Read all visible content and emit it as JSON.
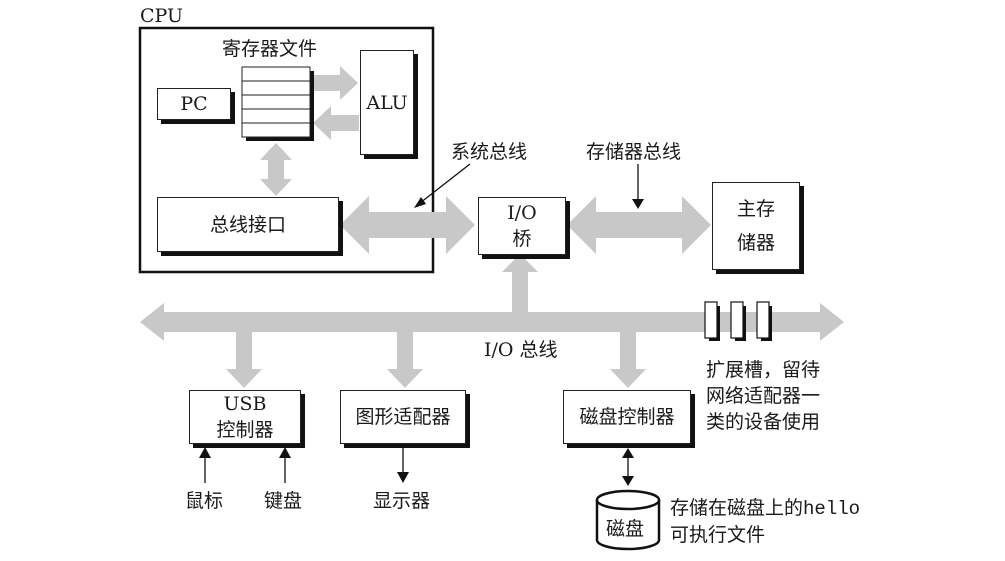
{
  "diagram": {
    "title": "Hardware organization of a typical system",
    "colors": {
      "bus": "#c8c8c8",
      "line": "#111111",
      "background": "#ffffff"
    },
    "cpu": {
      "label": "CPU",
      "register_file": {
        "label": "寄存器文件",
        "rows": 5
      },
      "pc": "PC",
      "alu": "ALU",
      "bus_interface": "总线接口"
    },
    "system_bus": "系统总线",
    "memory_bus": "存储器总线",
    "io_bridge": {
      "line1": "I/O",
      "line2": "桥"
    },
    "main_memory": {
      "line1": "主存",
      "line2": "储器"
    },
    "io_bus": "I/O 总线",
    "usb_controller": {
      "line1": "USB",
      "line2": "控制器"
    },
    "graphics_adapter": "图形适配器",
    "disk_controller": "磁盘控制器",
    "expansion_slots": {
      "count": 3,
      "line1": "扩展槽，留待",
      "line2": "网络适配器一",
      "line3": "类的设备使用"
    },
    "mouse": "鼠标",
    "keyboard": "键盘",
    "display": "显示器",
    "disk": "磁盘",
    "disk_note": {
      "prefix": "存储在磁盘上的",
      "code": "hello",
      "line2": "可执行文件"
    }
  }
}
